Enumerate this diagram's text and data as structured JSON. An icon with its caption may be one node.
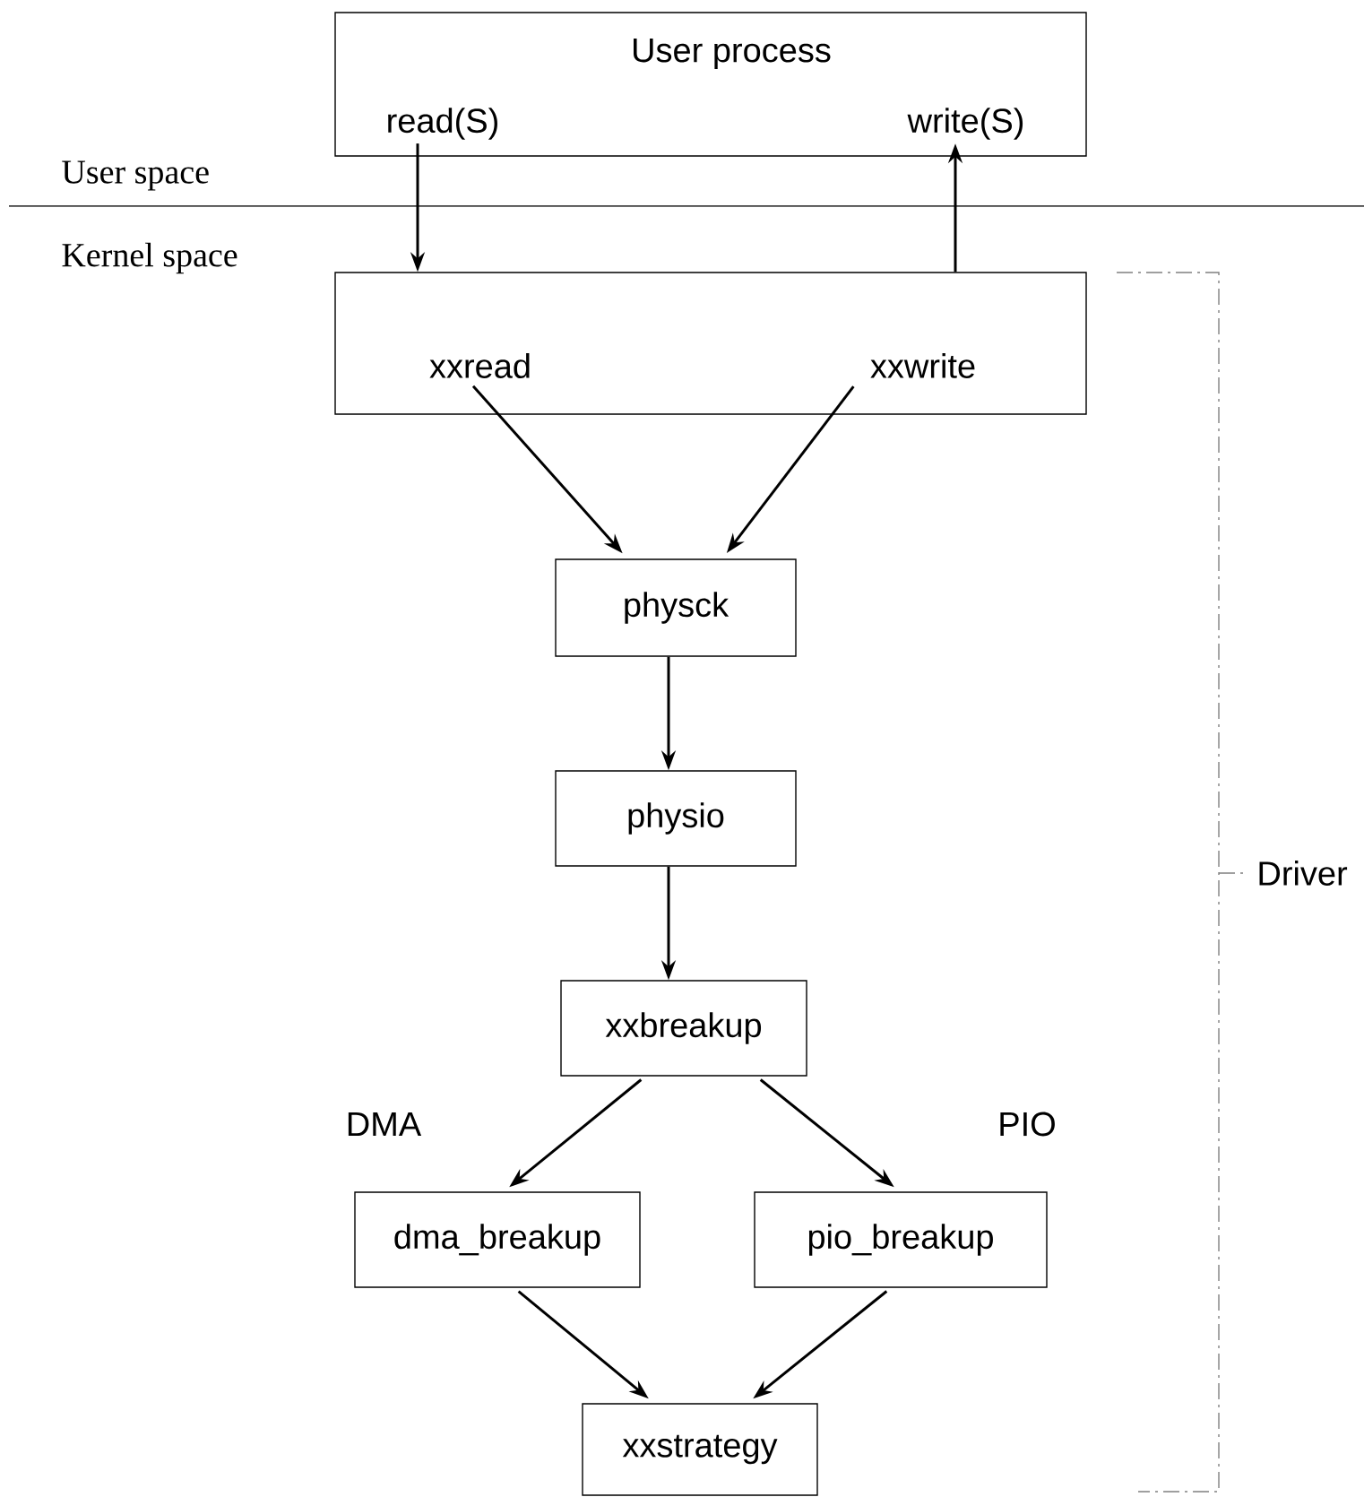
{
  "diagram": {
    "nodes": [
      {
        "text": [
          "User process"
        ]
      },
      {
        "text": [
          "read(S)"
        ],
        "in": 0
      },
      {
        "text": [
          "write(S)"
        ],
        "in": 0
      },
      {
        "text": [],
        "shape": "box"
      },
      {
        "text": [
          "xxread"
        ],
        "in": 3
      },
      {
        "text": [
          "xxwrite"
        ],
        "in": 3
      },
      {
        "text": [
          "physck"
        ]
      },
      {
        "text": [
          "physio"
        ]
      },
      {
        "text": [
          "xxbreakup"
        ]
      },
      {
        "text": [
          "dma_breakup"
        ]
      },
      {
        "text": [
          "pio_breakup"
        ]
      },
      {
        "text": [
          "xxstrategy"
        ]
      }
    ],
    "edges": [
      {
        "from": 1,
        "to": 3,
        "arrow": "to"
      },
      {
        "from": 3,
        "to": 2,
        "arrow": "to"
      },
      {
        "from": 4,
        "to": 6,
        "arrow": "to"
      },
      {
        "from": 5,
        "to": 6,
        "arrow": "to"
      },
      {
        "from": 6,
        "to": 7,
        "arrow": "to"
      },
      {
        "from": 7,
        "to": 8,
        "arrow": "to"
      },
      {
        "from": 8,
        "to": 9,
        "arrow": "to",
        "label": "DMA"
      },
      {
        "from": 8,
        "to": 10,
        "arrow": "to",
        "label": "PIO"
      },
      {
        "from": 9,
        "to": 11,
        "arrow": "to"
      },
      {
        "from": 10,
        "to": 11,
        "arrow": "to"
      }
    ],
    "labels": [
      "User space",
      "Kernel space",
      "Driver"
    ]
  }
}
